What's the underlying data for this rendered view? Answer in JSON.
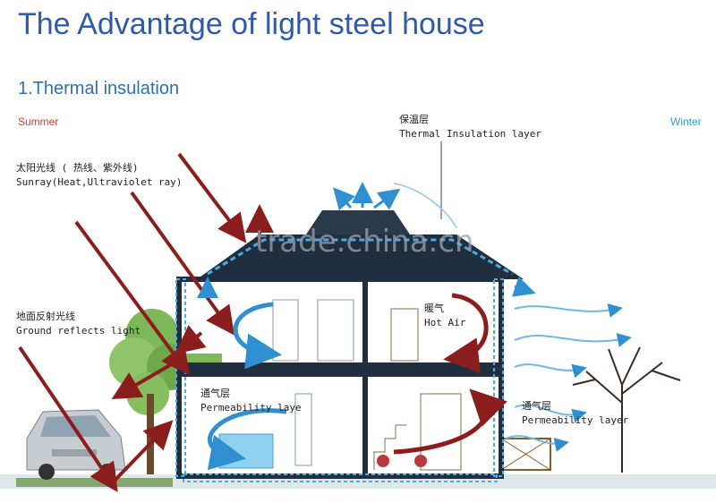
{
  "header": {
    "title": "The Advantage of light steel house",
    "subtitle": "1.Thermal insulation"
  },
  "seasons": {
    "summer": "Summer",
    "winter": "Winter"
  },
  "labels": {
    "insulation_cn": "保温层",
    "insulation_en": "Thermal Insulation layer",
    "sunray_cn": "太阳光线 ( 热线、紫外线)",
    "sunray_en": "Sunray(Heat,Ultraviolet ray)",
    "ground_cn": "地面反射光线",
    "ground_en": "Ground reflects light",
    "hotair_cn": "暖气",
    "hotair_en": "Hot Air",
    "perm_left_cn": "通气层",
    "perm_left_en": "Permeability laye",
    "perm_right_cn": "通气层",
    "perm_right_en": "Permeability layer"
  },
  "watermark": "trade.china.cn",
  "colors": {
    "title": "#2f5aa8",
    "summer": "#d9382c",
    "winter": "#2f9fd0",
    "arrow_dark": "#8b1d1d",
    "air": "#2f8fd0",
    "house": "#1f2f3f"
  }
}
